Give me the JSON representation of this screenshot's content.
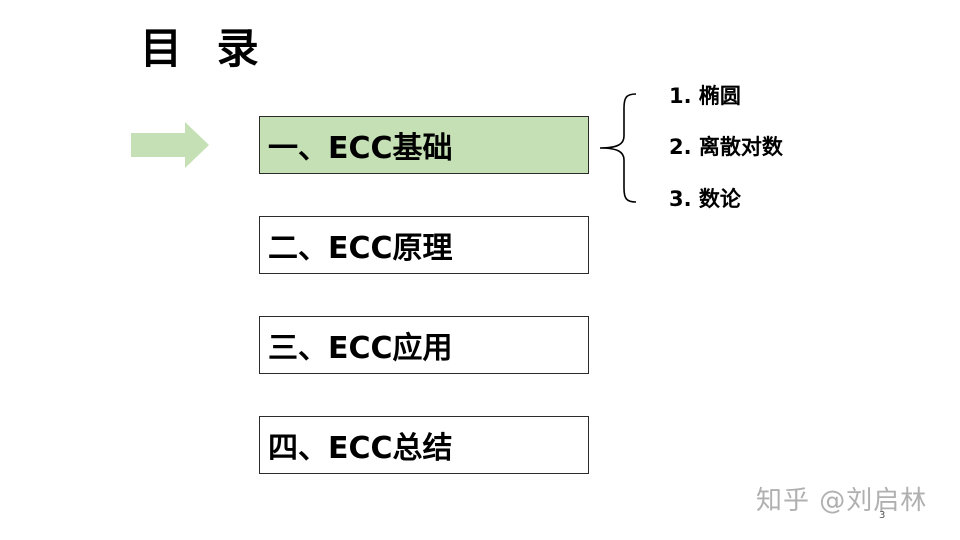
{
  "slide": {
    "title": "目 录",
    "toc": [
      {
        "label": "一、ECC基础",
        "active": true
      },
      {
        "label": "二、ECC原理",
        "active": false
      },
      {
        "label": "三、ECC应用",
        "active": false
      },
      {
        "label": "四、ECC总结",
        "active": false
      }
    ],
    "subtopics": [
      {
        "label": "1. 椭圆"
      },
      {
        "label": "2. 离散对数"
      },
      {
        "label": "3. 数论"
      }
    ],
    "watermark": "知乎 @刘启林",
    "page_number": "3"
  },
  "colors": {
    "active_fill": "#c5e0b4",
    "arrow_fill": "#c5e0b4",
    "border": "#2b2b2b",
    "text": "#000000"
  },
  "icons": {
    "current_section_marker": "right-arrow-icon",
    "subtopic_group": "curly-brace-icon"
  }
}
